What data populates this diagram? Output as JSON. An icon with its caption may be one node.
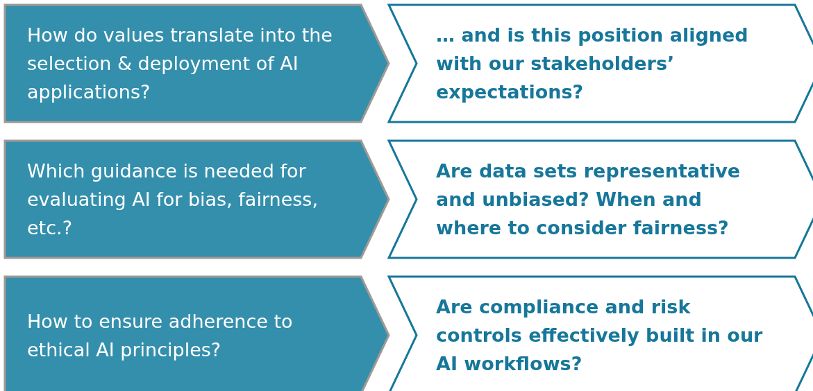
{
  "diagram": {
    "nodes": [
      {
        "text": [
          "How do values translate into the selection & deployment of AI applications?"
        ]
      },
      {
        "text": [
          "… and is this position aligned with our stakeholders’ expectations?"
        ]
      },
      {
        "text": [
          "Which guidance is needed for evaluating AI for bias, fairness, etc.?"
        ]
      },
      {
        "text": [
          "Are data sets representative and unbiased? When and where to consider fairness?"
        ]
      },
      {
        "text": [
          "How to ensure adherence to ethical AI principles?"
        ]
      },
      {
        "text": [
          "Are compliance and risk controls effectively built in our AI workflows?"
        ]
      }
    ]
  }
}
